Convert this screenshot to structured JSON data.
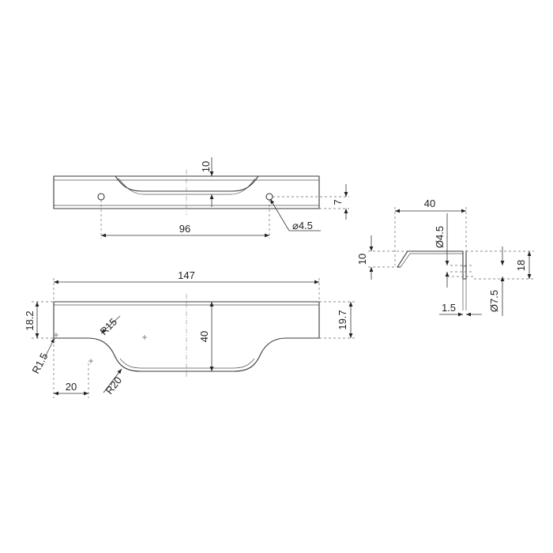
{
  "labels": {
    "top_view_slot_height": "10",
    "top_view_hole_offset": "7",
    "top_view_hole_spacing": "96",
    "top_view_hole_diameter": "⌀4.5",
    "front_view_length": "147",
    "front_view_left_height": "18.2",
    "front_view_right_height": "19.7",
    "front_view_total_height": "40",
    "front_view_corner_radius": "R1.5",
    "front_view_radius_small": "R15",
    "front_view_radius_large": "R20",
    "front_view_offset": "20",
    "side_view_depth": "40",
    "side_view_hole_diameter": "Ø4.5",
    "side_view_lip_height": "10",
    "side_view_height": "18",
    "side_view_thickness": "1.5",
    "side_view_counterbore": "Ø7.5"
  }
}
